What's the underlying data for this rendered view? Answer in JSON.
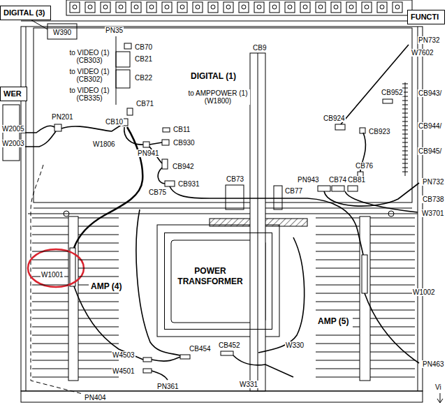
{
  "diagram": {
    "nodes": [
      {
        "text": [
          "DIGITAL (3)"
        ]
      },
      {
        "text": [
          "WER"
        ]
      },
      {
        "text": [
          "FUNCTI"
        ]
      },
      {
        "text": [
          "DIGITAL (1)"
        ]
      },
      {
        "text": [
          "POWER TRANSFORMER"
        ]
      },
      {
        "text": [
          "AMP (4)"
        ]
      },
      {
        "text": [
          "AMP (5)"
        ]
      }
    ],
    "labels": [
      "W390",
      "PN35",
      "CB70",
      "to VIDEO (1) (CB303)",
      "CB21",
      "to VIDEO (1) (CB302)",
      "CB22",
      "to VIDEO (1) (CB335)",
      "CB71",
      "CB9",
      "to AMPPOWER (1) (W1800)",
      "PN732",
      "W7602",
      "CB952",
      "CB943/",
      "CB924",
      "CB923",
      "CB944/",
      "CB945/",
      "PN201",
      "W2005",
      "W2003",
      "CB10",
      "CB11",
      "W1806",
      "PN941",
      "CB930",
      "CB942",
      "CB931",
      "CB75",
      "CB73",
      "CB76",
      "PN943",
      "CB74",
      "CB81",
      "CB77",
      "PN732",
      "CB738",
      "W3701",
      "W1001",
      "W1002",
      "W4503",
      "CB454",
      "CB452",
      "W330",
      "W4501",
      "PN361",
      "W331",
      "PN463",
      "PN404",
      "Vi"
    ]
  }
}
